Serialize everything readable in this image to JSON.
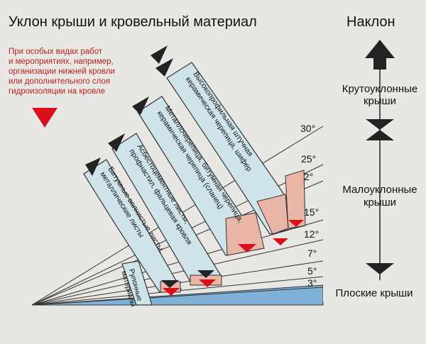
{
  "title": "Уклон крыши и кровельный материал",
  "right_title": "Наклон",
  "note_lines": [
    "При особых видах работ",
    "и мероприятиях, например,",
    "организации нижней кровли",
    "или дополнительного слоя",
    "гидроизоляции на кровле"
  ],
  "categories": {
    "steep": [
      "Крутоуклонные",
      "крыши"
    ],
    "low": [
      "Малоуклонные",
      "крыши"
    ],
    "flat": "Плоские крыши"
  },
  "angles": [
    "3°",
    "5°",
    "7°",
    "12°",
    "15°",
    "22°",
    "25°",
    "30°"
  ],
  "materials": {
    "rolled": [
      "Рулонные",
      "материалы"
    ],
    "bitumen": [
      "Битумные волнистые листы,",
      "металлические листы"
    ],
    "asbestos": [
      "Асбестоцементные листы,",
      "профнастил, фальцевая кровля"
    ],
    "metal": [
      "Металлочерепица, битумная черепица,",
      "керамическая черепица (сланец)"
    ],
    "profile": [
      "Высокопрофильная штучная",
      "керамическая черепица, шифер"
    ]
  },
  "colors": {
    "band_fill": "#cfe3ea",
    "band_stroke": "#333333",
    "special_fill": "#e9b5a6",
    "marker_red": "#d9101a",
    "marker_dark": "#222222",
    "note_text": "#b8231c",
    "flat_fill": "#7fb2d6"
  }
}
